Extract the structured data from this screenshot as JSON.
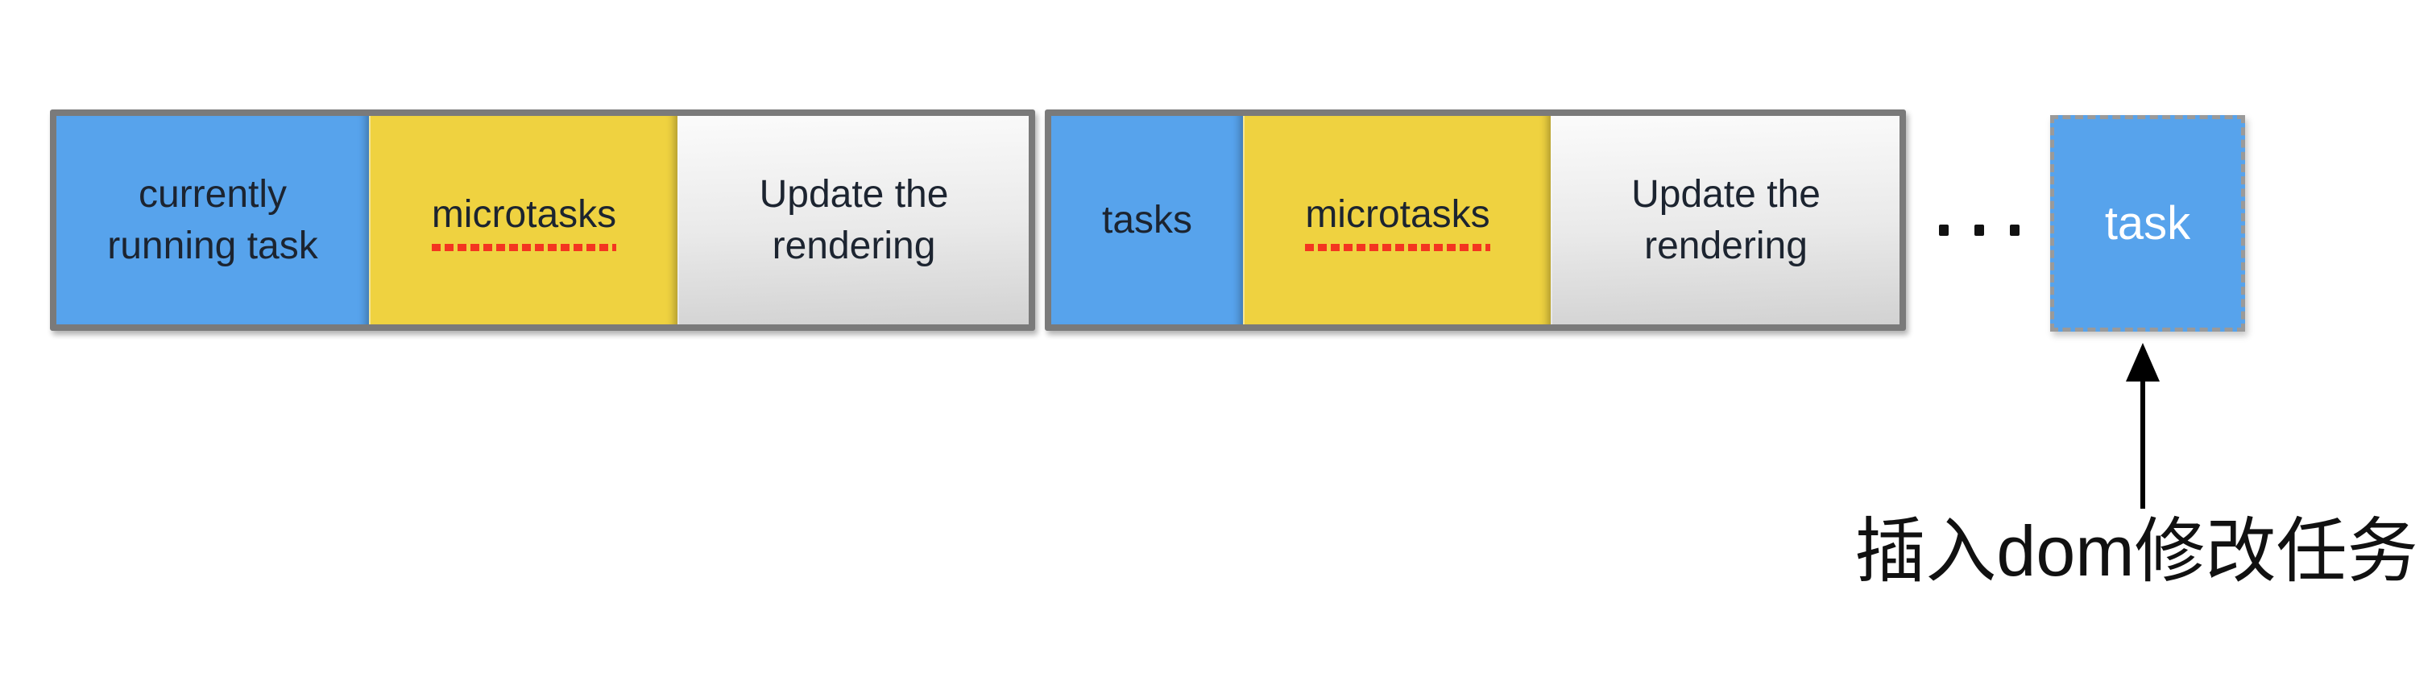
{
  "colors": {
    "blue": "#57a3ec",
    "yellow": "#efd240",
    "border-gray": "#7a7a7a",
    "dash-gray": "#9a9a9a",
    "gray-light": "#fbfbfb",
    "gray-dark": "#d2d2d2",
    "underline-red": "#f43520",
    "text-dark": "#1c2430",
    "text-light": "#ffffff",
    "ink": "#111111"
  },
  "queues": [
    {
      "boxes": [
        {
          "label": "currently\nrunning task"
        },
        {
          "label": "microtasks",
          "underlined": true
        },
        {
          "label": "Update the\nrendering"
        }
      ]
    },
    {
      "boxes": [
        {
          "label": "tasks"
        },
        {
          "label": "microtasks",
          "underlined": true
        },
        {
          "label": "Update the\nrendering"
        }
      ]
    }
  ],
  "ellipsis": "· · ·",
  "future_task": {
    "label": "task"
  },
  "caption": {
    "text": "插入dom修改任务"
  }
}
